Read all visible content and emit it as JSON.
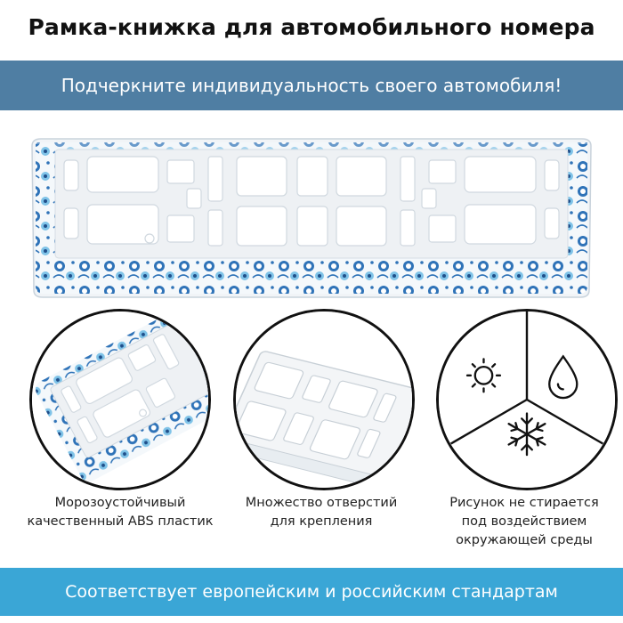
{
  "header": {
    "title": "Рамка-книжка для автомобильного номера",
    "subtitle": "Подчеркните индивидуальность своего автомобиля!"
  },
  "features": [
    {
      "icon": "frame-closeup-image",
      "line1": "Морозоустойчивый",
      "line2": "качественный ABS пластик",
      "line3": ""
    },
    {
      "icon": "frame-holes-image",
      "line1": "Множество отверстий",
      "line2": "для крепления",
      "line3": ""
    },
    {
      "icon": "weather-resistance-icon",
      "line1": "Рисунок не стирается",
      "line2": "под воздействием",
      "line3": "окружающей среды"
    }
  ],
  "footer": {
    "text": "Соответствует европейским и российским стандартам"
  },
  "colors": {
    "subtitle_band": "#4f7ea3",
    "footer_band": "#3aa6d6",
    "ornament_blue": "#2f73b8",
    "ornament_light": "#7fc3e8"
  }
}
